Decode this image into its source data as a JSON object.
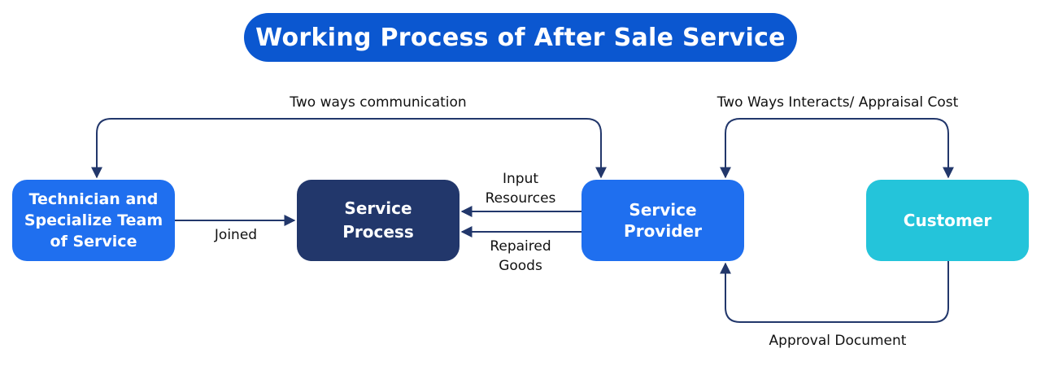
{
  "title": "Working Process of After Sale Service",
  "nodes": {
    "technician": "Technician and\nSpecialize Team\nof Service",
    "service_process": "Service\nProcess",
    "service_provider": "Service\nProvider",
    "customer": "Customer"
  },
  "edges": {
    "two_ways_communication": "Two ways communication",
    "two_ways_interacts": "Two Ways Interacts/ Appraisal Cost",
    "joined": "Joined",
    "input_resources": "Input\nResources",
    "repaired_goods": "Repaired\nGoods",
    "approval_document": "Approval Document"
  },
  "colors": {
    "title_bg": "#0b57d0",
    "primary_box": "#1f6fef",
    "process_box": "#22376b",
    "customer_box": "#24c4da",
    "connector": "#22376b"
  }
}
